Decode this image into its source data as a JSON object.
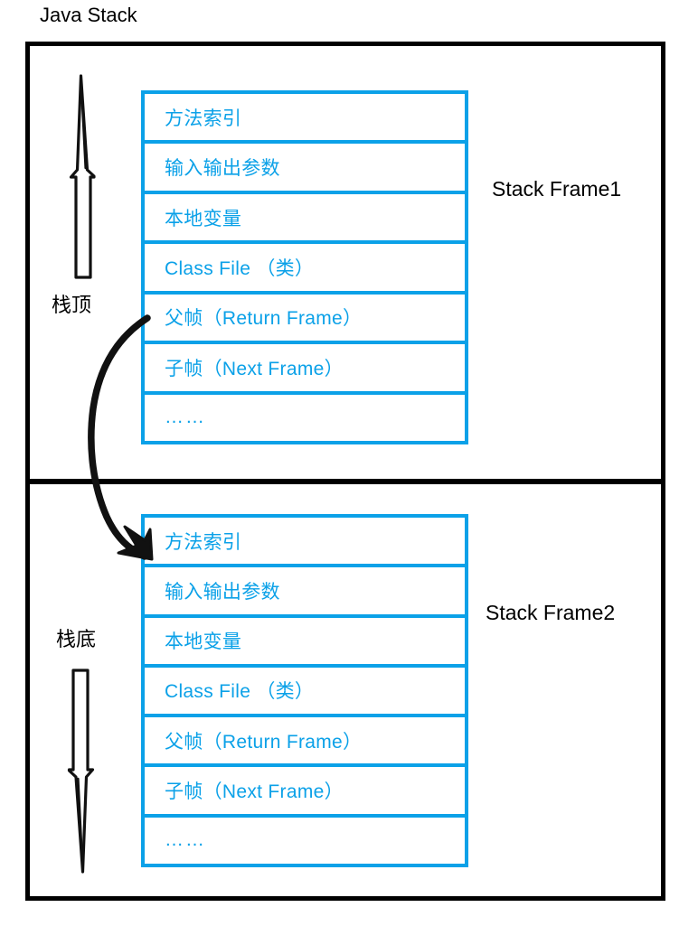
{
  "title": "Java Stack",
  "colors": {
    "frame_blue": "#0BA1E8",
    "outline_black": "#000000",
    "background": "#FFFFFF"
  },
  "labels": {
    "stack_top": "栈顶",
    "stack_bottom": "栈底"
  },
  "frames": [
    {
      "name": "Stack Frame1",
      "rows": [
        "方法索引",
        "输入输出参数",
        "本地变量",
        "Class File  （类）",
        "父帧（Return Frame）",
        "子帧（Next Frame）",
        "……"
      ]
    },
    {
      "name": "Stack Frame2",
      "rows": [
        "方法索引",
        "输入输出参数",
        "本地变量",
        "Class File  （类）",
        "父帧（Return Frame）",
        "子帧（Next Frame）",
        "……"
      ]
    }
  ],
  "arrows": [
    {
      "name": "stack-top-arrow",
      "direction": "up",
      "meaning": "栈顶"
    },
    {
      "name": "stack-bottom-arrow",
      "direction": "down",
      "meaning": "栈底"
    },
    {
      "name": "frame-link-arrow",
      "direction": "curved-down",
      "from": "父帧（Return Frame）",
      "to": "方法索引"
    }
  ]
}
